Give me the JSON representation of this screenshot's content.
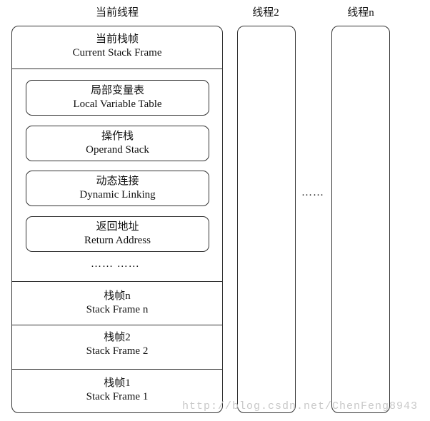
{
  "headers": {
    "current_thread": "当前线程",
    "thread2": "线程2",
    "threadn": "线程n"
  },
  "current_frame": {
    "cn": "当前栈帧",
    "en": "Current Stack Frame"
  },
  "components": [
    {
      "cn": "局部变量表",
      "en": "Local Variable Table"
    },
    {
      "cn": "操作栈",
      "en": "Operand Stack"
    },
    {
      "cn": "动态连接",
      "en": "Dynamic Linking"
    },
    {
      "cn": "返回地址",
      "en": "Return Address"
    }
  ],
  "inner_ellipsis": "…… ……",
  "frames": [
    {
      "cn": "栈帧n",
      "en": "Stack Frame n"
    },
    {
      "cn": "栈帧2",
      "en": "Stack Frame 2"
    },
    {
      "cn": "栈帧1",
      "en": "Stack Frame 1"
    }
  ],
  "between_ellipsis": "……",
  "watermark": "http://blog.csdn.net/ChenFeng8943"
}
